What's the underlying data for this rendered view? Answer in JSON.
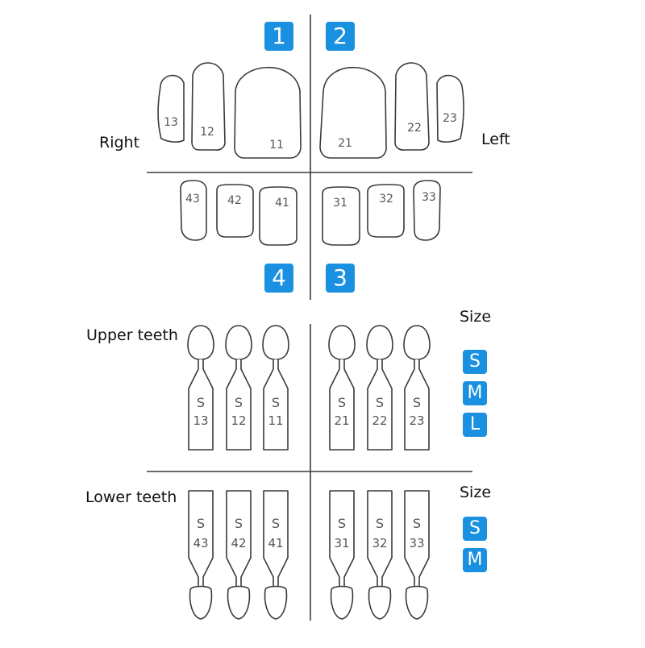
{
  "colors": {
    "accent": "#1a90e0",
    "outline": "#3a3a3a"
  },
  "quadrants": [
    "1",
    "2",
    "3",
    "4"
  ],
  "side_labels": {
    "right": "Right",
    "left": "Left"
  },
  "upper_arch": {
    "right": [
      "13",
      "12",
      "11"
    ],
    "left": [
      "21",
      "22",
      "23"
    ]
  },
  "lower_arch": {
    "right": [
      "43",
      "42",
      "41"
    ],
    "left": [
      "31",
      "32",
      "33"
    ]
  },
  "upper_section": {
    "title": "Upper teeth",
    "size_heading": "Size",
    "sizes": [
      "S",
      "M",
      "L"
    ],
    "size_letter": "S",
    "trays": [
      "13",
      "12",
      "11",
      "21",
      "22",
      "23"
    ]
  },
  "lower_section": {
    "title": "Lower teeth",
    "size_heading": "Size",
    "sizes": [
      "S",
      "M"
    ],
    "size_letter": "S",
    "trays": [
      "43",
      "42",
      "41",
      "31",
      "32",
      "33"
    ]
  }
}
